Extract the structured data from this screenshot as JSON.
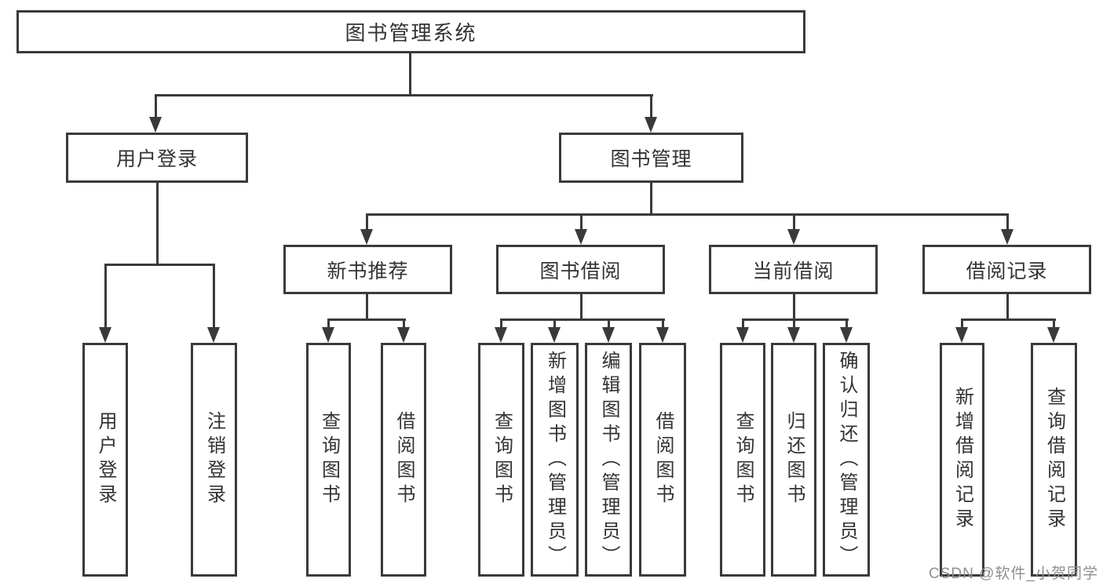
{
  "diagram": {
    "root": {
      "label": "图书管理系统"
    },
    "level2": [
      {
        "label": "用户登录"
      },
      {
        "label": "图书管理"
      }
    ],
    "level3": [
      {
        "label": "新书推荐"
      },
      {
        "label": "图书借阅"
      },
      {
        "label": "当前借阅"
      },
      {
        "label": "借阅记录"
      }
    ],
    "leaves": [
      {
        "label": "用户登录"
      },
      {
        "label": "注销登录"
      },
      {
        "label": "查询图书"
      },
      {
        "label": "借阅图书"
      },
      {
        "label": "查询图书"
      },
      {
        "label": "新增图书（管理员）"
      },
      {
        "label": "编辑图书（管理员）"
      },
      {
        "label": "借阅图书"
      },
      {
        "label": "查询图书"
      },
      {
        "label": "归还图书"
      },
      {
        "label": "确认归还（管理员）"
      },
      {
        "label": "新增借阅记录"
      },
      {
        "label": "查询借阅记录"
      }
    ]
  },
  "watermark": {
    "text": "CSDN @软件_小贺同学"
  },
  "colors": {
    "line": "#3a3a3a",
    "text": "#333333",
    "watermark": "#8f8f8f",
    "background": "#ffffff"
  }
}
